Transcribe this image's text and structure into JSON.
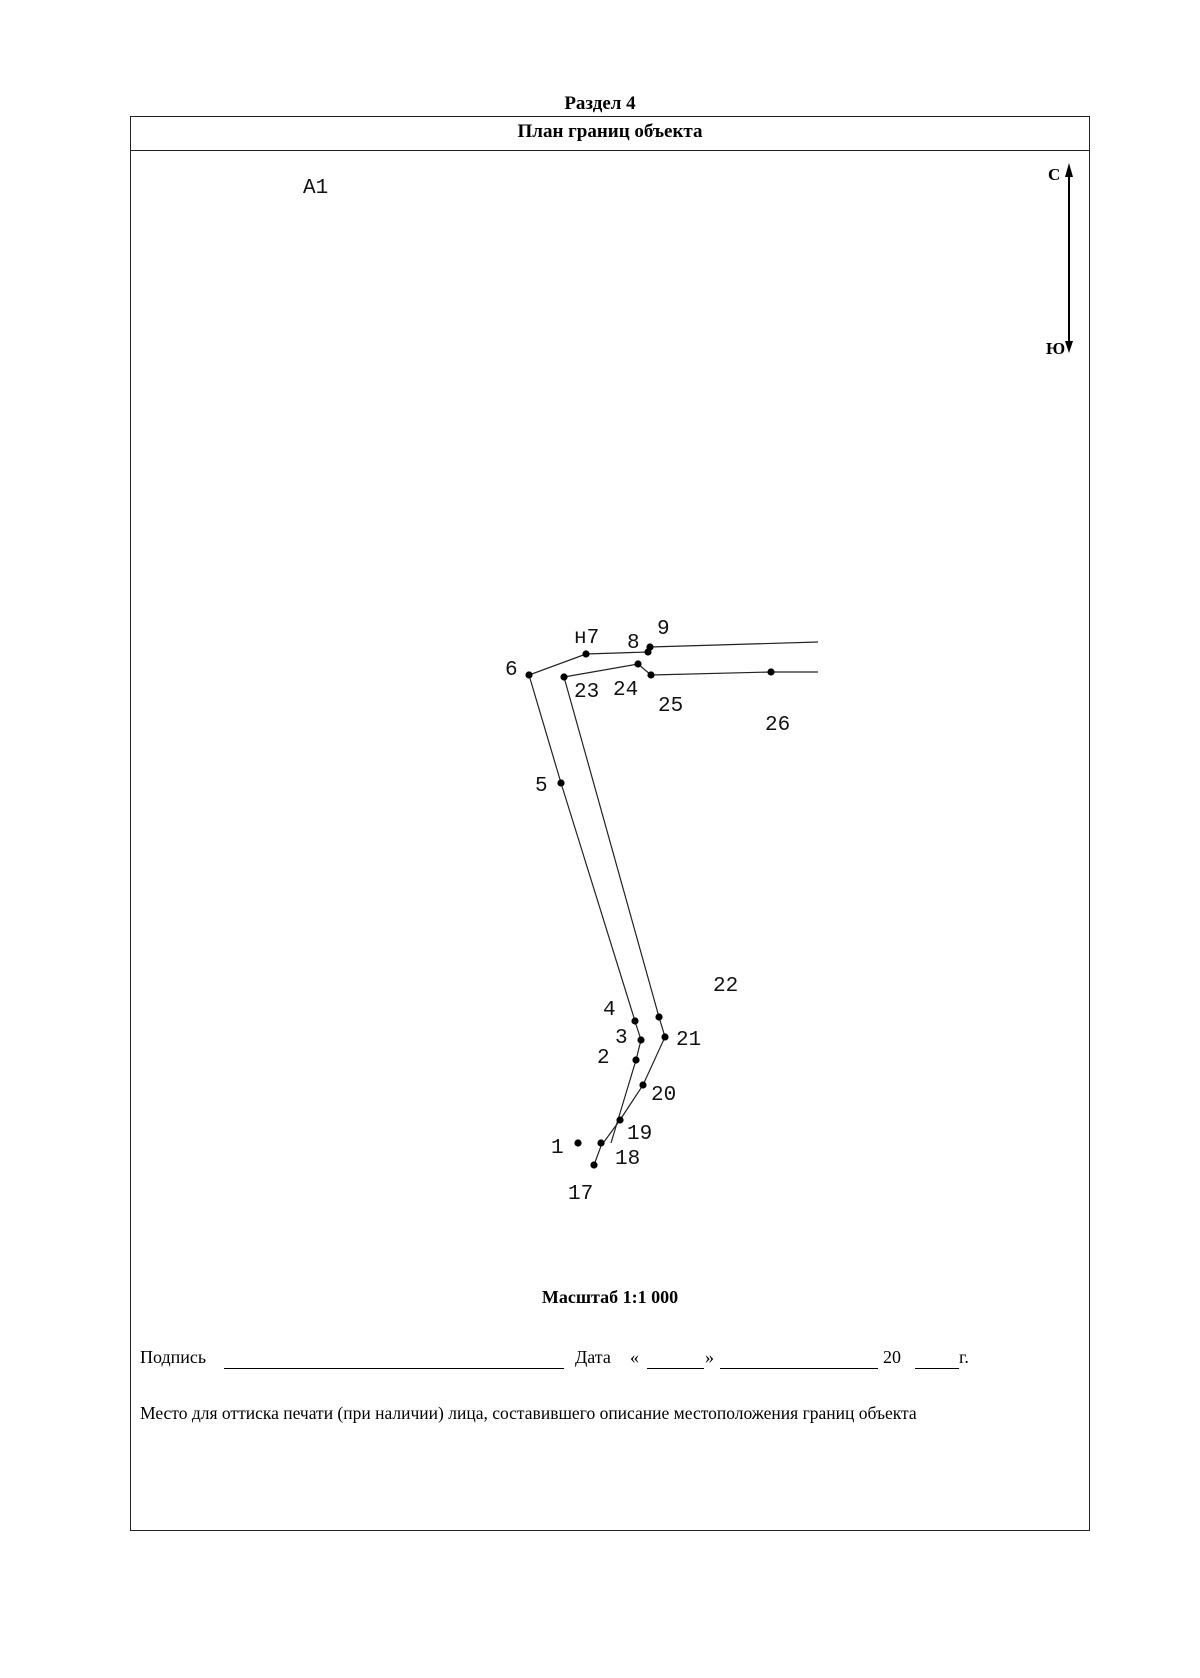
{
  "document": {
    "section_title": "Раздел 4",
    "table_header": "План границ объекта",
    "sheet_label": "А1",
    "compass": {
      "north": "С",
      "south": "Ю"
    },
    "scale_label": "Масштаб 1:1 000",
    "signature_label": "Подпись",
    "date_label": "Дата",
    "quote_open": "«",
    "quote_close": "»",
    "year_prefix": "20",
    "year_suffix": "г.",
    "stamp_note": "Место для оттиска печати (при наличии) лица, составившего описание местоположения границ объекта"
  },
  "plan": {
    "point_labels": [
      "1",
      "2",
      "3",
      "4",
      "5",
      "6",
      "н7",
      "8",
      "9",
      "17",
      "18",
      "19",
      "20",
      "21",
      "22",
      "23",
      "24",
      "25",
      "26"
    ]
  }
}
